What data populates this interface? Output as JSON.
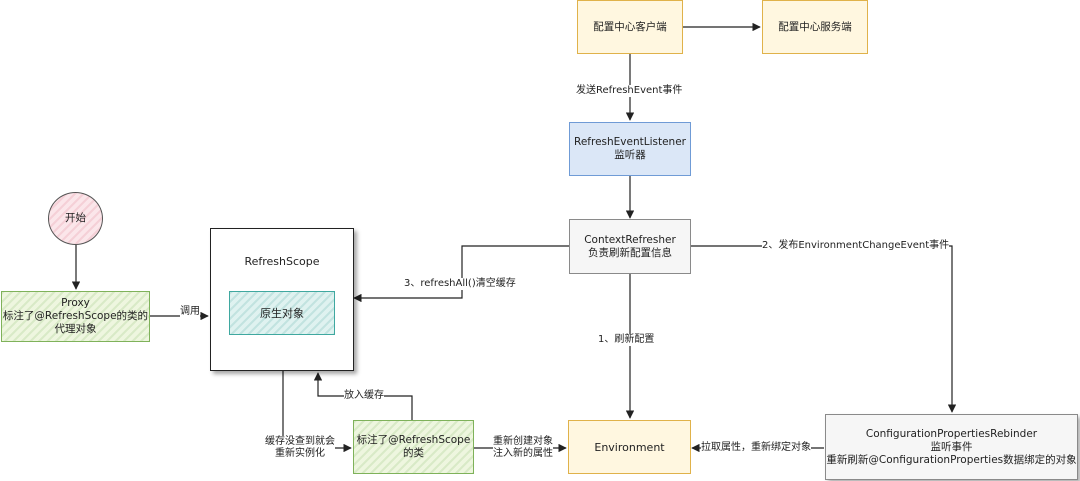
{
  "nodes": {
    "config_client": "配置中心客户端",
    "config_server": "配置中心服务端",
    "listener": [
      "RefreshEventListener",
      "监听器"
    ],
    "context_refresher": [
      "ContextRefresher",
      "负责刷新配置信息"
    ],
    "start": "开始",
    "proxy": [
      "Proxy",
      "标注了@RefreshScope的类的",
      "代理对象"
    ],
    "refresh_scope": "RefreshScope",
    "original_object": "原生对象",
    "annotated_class": [
      "标注了@RefreshScope",
      "的类"
    ],
    "environment": "Environment",
    "rebinder": [
      "ConfigurationPropertiesRebinder",
      "监听事件",
      "重新刷新@ConfigurationProperties数据绑定的对象"
    ]
  },
  "edge_labels": {
    "send_event": "发送RefreshEvent事件",
    "publish_env_event": "2、发布EnvironmentChangeEvent事件",
    "refresh_all": "3、refreshAll()清空缓存",
    "call": "调用",
    "refresh_config": "1、刷新配置",
    "put_cache": "放入缓存",
    "cache_miss": [
      "缓存没查到就会",
      "重新实例化"
    ],
    "recreate": [
      "重新创建对象",
      "注入新的属性"
    ],
    "pull_props": "拉取属性，重新绑定对象"
  }
}
